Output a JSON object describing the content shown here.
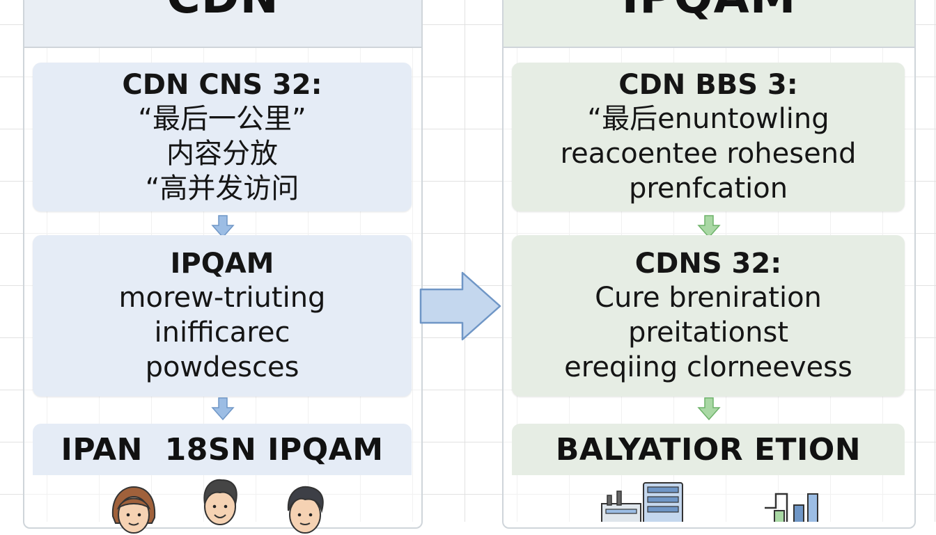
{
  "left": {
    "header": "CDN",
    "box1": {
      "title": "CDN CNS 32:",
      "lines": [
        "“最后一公里”",
        "内容分放",
        "“高并发访问"
      ]
    },
    "box2": {
      "title": "IPQAM",
      "lines": [
        "morew-triuting",
        "inifficarec",
        "powdesces"
      ]
    },
    "box3": {
      "title": "IPAN  18SN IPQAM"
    }
  },
  "right": {
    "header": "IPQAM",
    "box1": {
      "title": "CDN BBS 3:",
      "lines": [
        "“最后enuntowling",
        "reacoentee rohesend",
        "prenfcation"
      ]
    },
    "box2": {
      "title": "CDNS 32:",
      "lines": [
        "Cure breniration",
        "preitationst",
        "ereqiing clorneevess"
      ]
    },
    "box3": {
      "title": "BALYATIOR ETION"
    }
  },
  "colors": {
    "left_accent": "#7aa4d6",
    "right_accent": "#8dc98a",
    "left_box": "#e5ecf6",
    "right_box": "#e6ede4"
  },
  "icons": {
    "left_bottom": [
      "person-icon",
      "person-icon",
      "person-icon"
    ],
    "right_bottom": [
      "server-building-icon",
      "bar-chart-building-icon"
    ]
  }
}
